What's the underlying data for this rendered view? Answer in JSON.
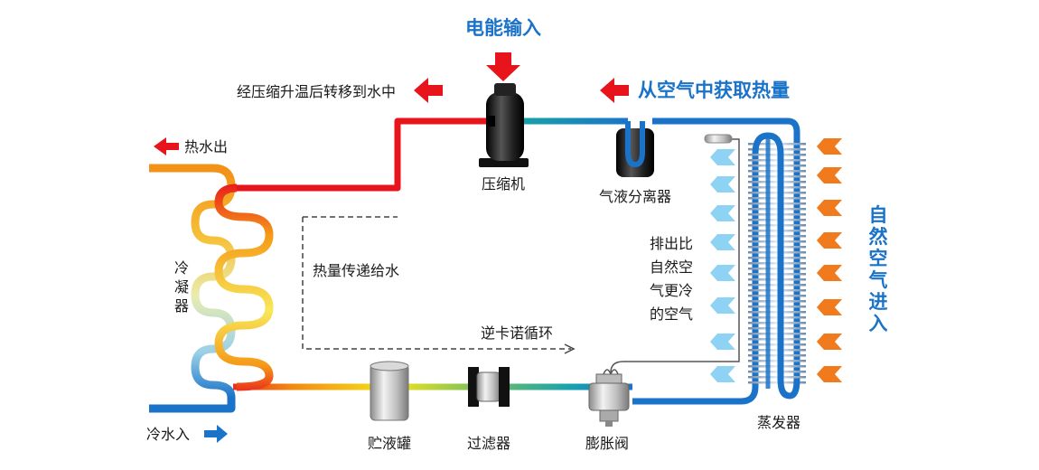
{
  "diagram": {
    "top_input": "电能输入",
    "compress_transfer": "经压缩升温后转移到水中",
    "heat_from_air": "从空气中获取热量",
    "hot_water_out": "热水出",
    "compressor": "压缩机",
    "gas_liquid_separator": "气液分离器",
    "condenser": [
      "冷",
      "凝",
      "器"
    ],
    "heat_to_water": "热量传递给水",
    "reverse_carnot": "逆卡诺循环",
    "cold_air_out": [
      "排出比",
      "自然空",
      "气更冷",
      "的空气"
    ],
    "natural_air_in": [
      "自",
      "然",
      "空",
      "气",
      "进",
      "入"
    ],
    "cold_water_in": "冷水入",
    "receiver": "贮液罐",
    "filter": "过滤器",
    "expansion_valve": "膨胀阀",
    "evaporator": "蒸发器"
  },
  "colors": {
    "hot_red": "#e8141c",
    "pipe_blue": "#1a73c8",
    "light_blue_arrow": "#8fd3f4",
    "orange_arrow": "#f07a1c",
    "hot_out_orange": "#f29216"
  }
}
